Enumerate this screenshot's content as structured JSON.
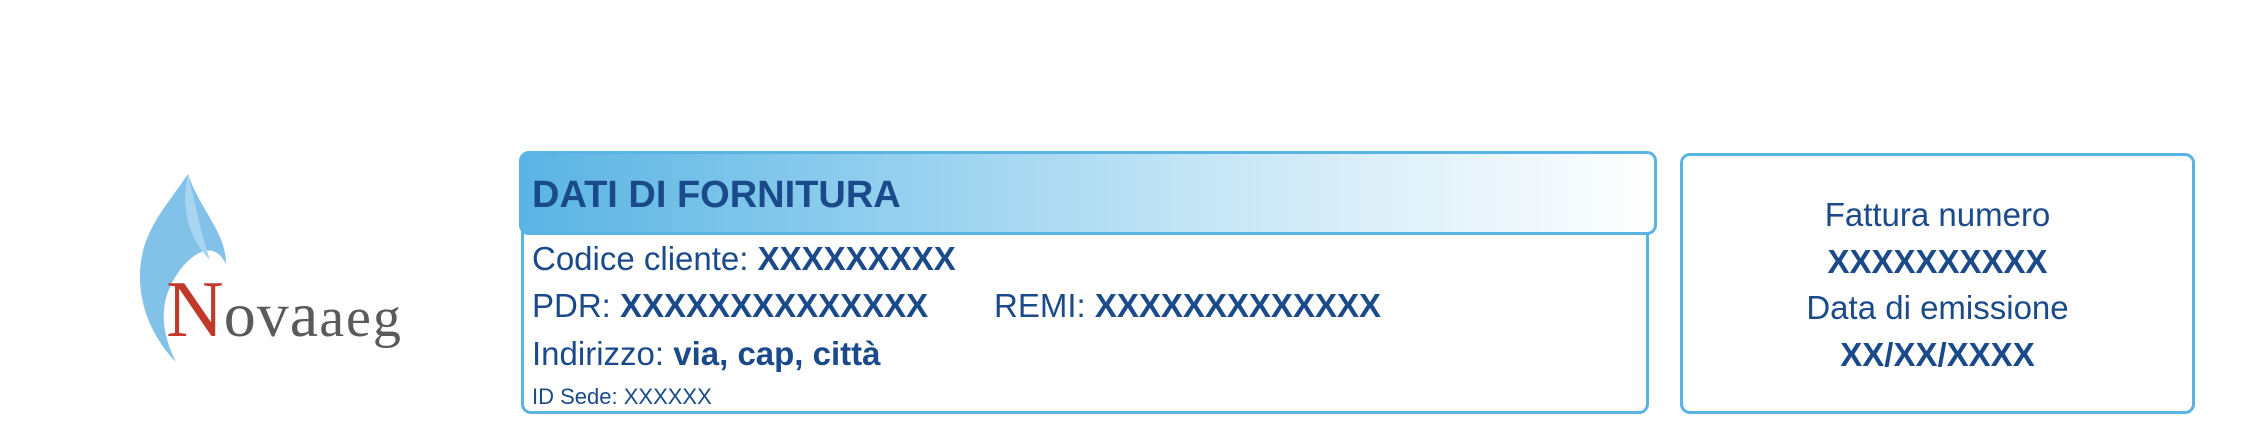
{
  "logo": {
    "letter_n": "N",
    "letters_ova": "ova",
    "letters_aeg": "aeg",
    "colors": {
      "flame": "#6db7e4",
      "n": "#c0392b",
      "text": "#5a5a5a"
    }
  },
  "supply": {
    "title": "DATI DI FORNITURA",
    "customer_code_label": "Codice cliente:",
    "customer_code_value": "XXXXXXXXX",
    "pdr_label": "PDR:",
    "pdr_value": "XXXXXXXXXXXXXX",
    "remi_label": "REMI:",
    "remi_value": "XXXXXXXXXXXXX",
    "address_label": "Indirizzo:",
    "address_value": "via, cap, città",
    "site_id_label": "ID Sede:",
    "site_id_value": "XXXXXX"
  },
  "invoice": {
    "number_label": "Fattura numero",
    "number_value": "XXXXXXXXXX",
    "date_label": "Data di emissione",
    "date_value": "XX/XX/XXXX"
  },
  "colors": {
    "accent": "#5ab4e3",
    "text": "#1b4a8a"
  }
}
